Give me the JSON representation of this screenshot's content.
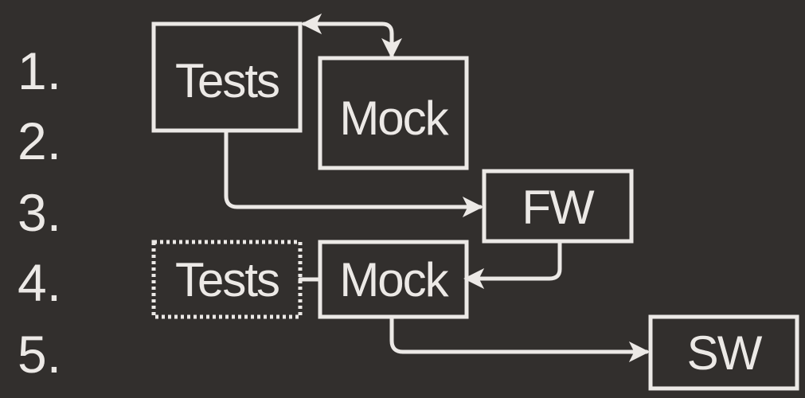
{
  "steps": [
    "1.",
    "2.",
    "3.",
    "4.",
    "5."
  ],
  "boxes": {
    "tests_top": "Tests",
    "mock_top": "Mock",
    "fw": "FW",
    "tests_bottom": "Tests",
    "mock_bottom": "Mock",
    "sw": "SW"
  },
  "colors": {
    "background": "#322f2d",
    "foreground": "#ece9e6"
  }
}
